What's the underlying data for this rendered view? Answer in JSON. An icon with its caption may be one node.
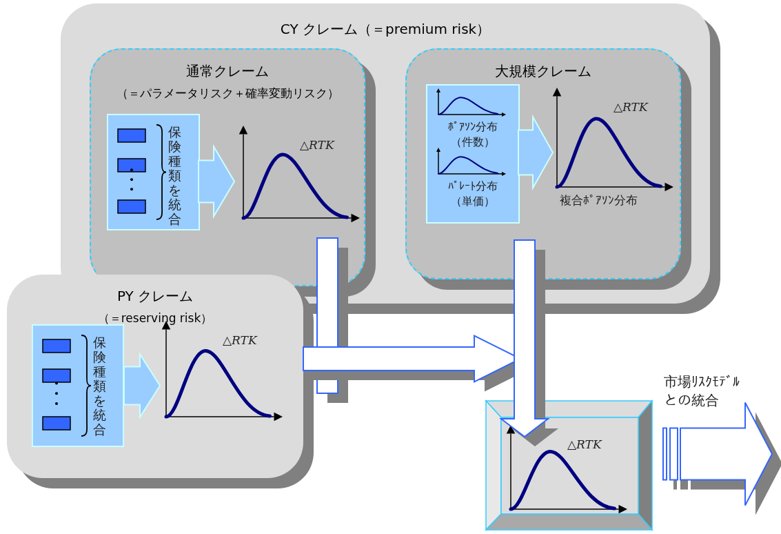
{
  "diagram": {
    "nodes": [
      {
        "text": [
          "CY クレーム（＝premium risk）"
        ]
      },
      {
        "text": [
          "通常クレーム",
          "（＝パラメータリスク＋確率変動リスク）"
        ],
        "in": 0
      },
      {
        "text": [
          "保険種類を統合"
        ],
        "in": 1
      },
      {
        "text": [
          "△*RTK*"
        ],
        "in": 1
      },
      {
        "text": [
          "大規模クレーム"
        ],
        "in": 0
      },
      {
        "text": [
          "ﾎﾟｱｿﾝ分布",
          "（件数）",
          "ﾊﾟﾚｰﾄ分布",
          "（単価）"
        ],
        "in": 4
      },
      {
        "text": [
          "△*RTK*",
          "複合ﾎﾟｱｿﾝ分布"
        ],
        "in": 4
      },
      {
        "text": [
          "PY クレーム",
          "（＝reserving risk）"
        ]
      },
      {
        "text": [
          "保険種類を統合"
        ],
        "in": 7
      },
      {
        "text": [
          "△*RTK*"
        ],
        "in": 7
      },
      {
        "text": [
          "△*RTK*"
        ]
      }
    ],
    "edges": [
      {
        "from": 2,
        "to": 3,
        "arrow": "to"
      },
      {
        "from": 5,
        "to": 6,
        "arrow": "to"
      },
      {
        "from": 8,
        "to": 9,
        "arrow": "to"
      },
      {
        "from": 1,
        "to": null,
        "arrow": "none"
      },
      {
        "from": 7,
        "to": 10,
        "arrow": "to"
      },
      {
        "from": 4,
        "to": 10,
        "arrow": "to"
      },
      {
        "from": 10,
        "to": null,
        "arrow": "to"
      }
    ],
    "labels": [
      "市場ﾘｽｸﾓﾃﾞﾙとの統合"
    ]
  }
}
